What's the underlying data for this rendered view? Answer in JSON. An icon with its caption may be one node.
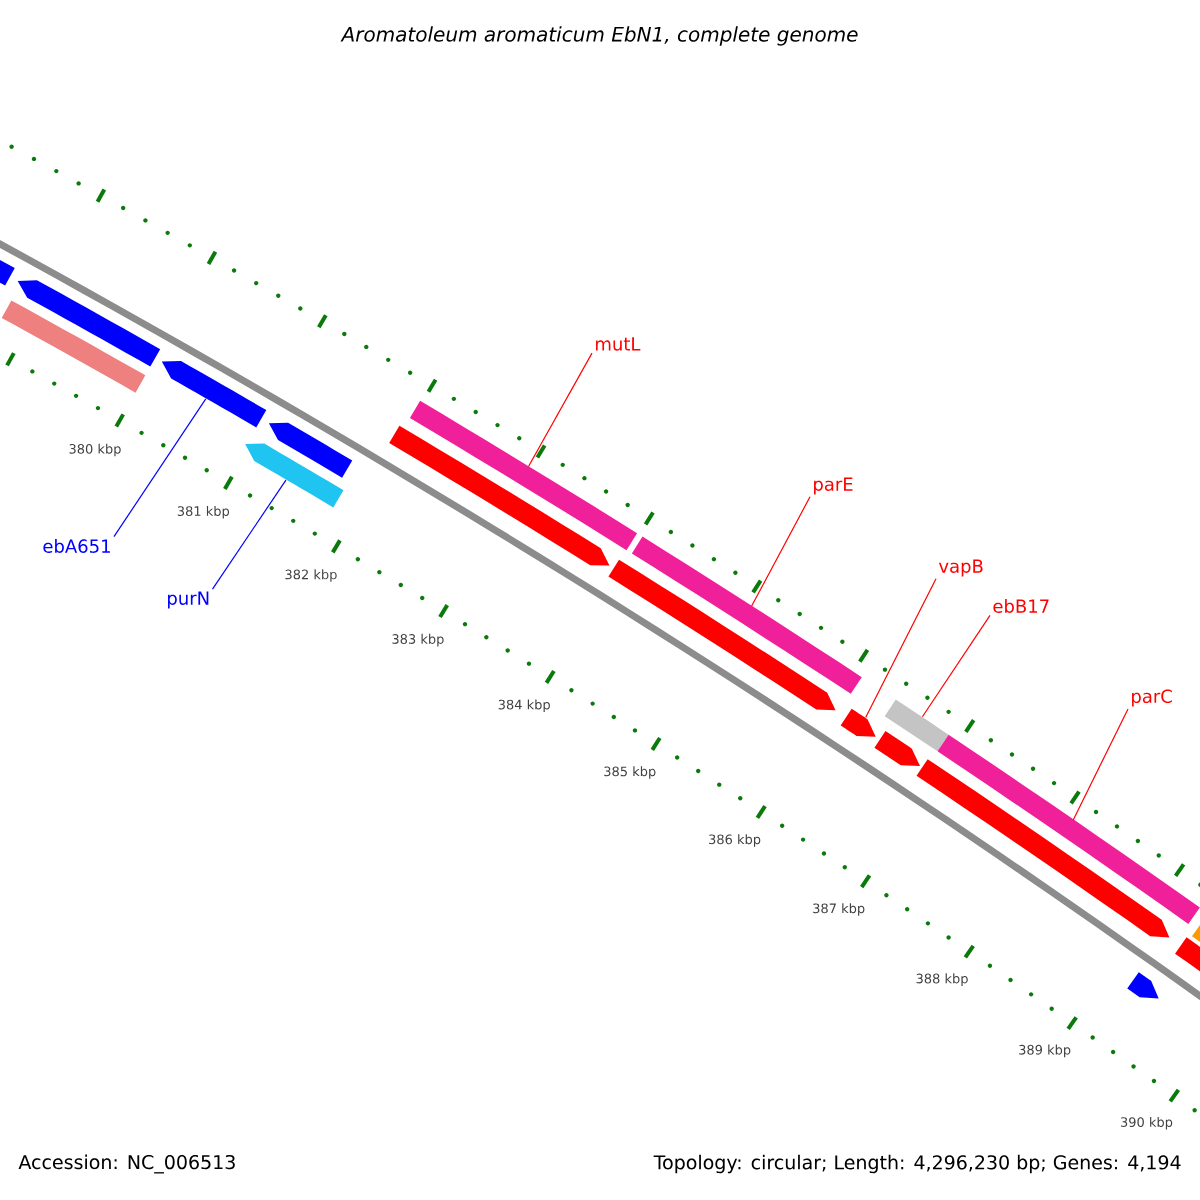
{
  "diagram": {
    "title": "Aromatoleum aromaticum EbN1, complete genome",
    "nodes": [
      {
        "text": [
          "mutL"
        ]
      },
      {
        "text": [
          "parE"
        ]
      },
      {
        "text": [
          "vapB"
        ]
      },
      {
        "text": [
          "ebB17"
        ]
      },
      {
        "text": [
          "parC"
        ]
      },
      {
        "text": [
          "ebA651"
        ]
      },
      {
        "text": [
          "purN"
        ]
      },
      {
        "text": [],
        "shape": "bar"
      },
      {
        "text": [],
        "shape": "bar"
      },
      {
        "text": [],
        "shape": "bar"
      },
      {
        "text": [],
        "shape": "bar"
      },
      {
        "text": [],
        "shape": "bar"
      },
      {
        "text": [],
        "shape": "bar"
      },
      {
        "text": [],
        "shape": "bar"
      },
      {
        "text": [],
        "shape": "bar"
      },
      {
        "text": [],
        "shape": "bar"
      },
      {
        "text": [],
        "shape": "bar"
      },
      {
        "text": [],
        "shape": "bar"
      },
      {
        "text": [],
        "shape": "bar"
      },
      {
        "text": [],
        "shape": "bar"
      },
      {
        "text": [],
        "shape": "bar"
      },
      {
        "text": [],
        "shape": "bar"
      },
      {
        "text": [],
        "shape": "bar"
      },
      {
        "text": [],
        "shape": "bar"
      },
      {
        "text": [],
        "shape": "bar"
      }
    ],
    "edges": [
      {
        "from": 0,
        "to": 14,
        "arrow": "none"
      },
      {
        "from": 1,
        "to": 16,
        "arrow": "none"
      },
      {
        "from": 2,
        "to": 17,
        "arrow": "none"
      },
      {
        "from": 3,
        "to": 18,
        "arrow": "none"
      },
      {
        "from": 4,
        "to": 21,
        "arrow": "none"
      },
      {
        "from": 5,
        "to": 10,
        "arrow": "none",
        "color": "#0000ff"
      },
      {
        "from": 6,
        "to": 11,
        "arrow": "none",
        "color": "#0000ff"
      }
    ],
    "labels": [
      "380 kbp",
      "381 kbp",
      "382 kbp",
      "383 kbp",
      "384 kbp",
      "385 kbp",
      "386 kbp",
      "387 kbp",
      "388 kbp",
      "389 kbp",
      "390 kbp",
      "Accession: NC_006513",
      "Topology: circular; Length: 4,296,230 bp; Genes: 4,194"
    ]
  }
}
